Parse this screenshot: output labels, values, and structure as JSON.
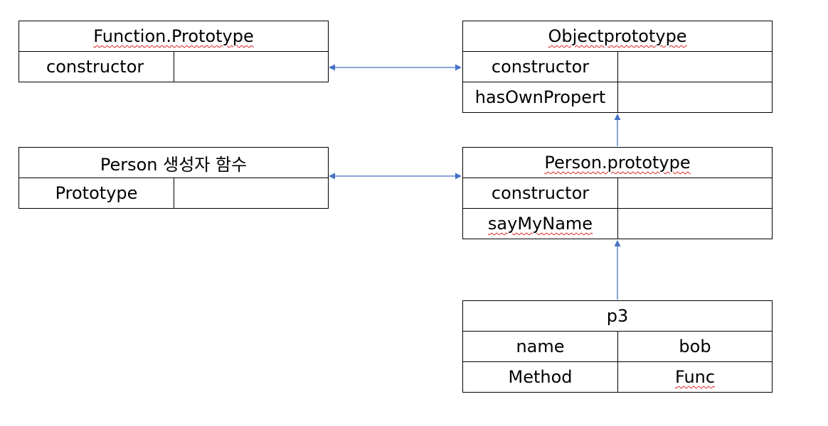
{
  "tables": {
    "function_prototype": {
      "title": "Function.Prototype",
      "rows": [
        {
          "key": "constructor",
          "value": ""
        }
      ]
    },
    "object_prototype": {
      "title": "Objectprototype",
      "rows": [
        {
          "key": "constructor",
          "value": ""
        },
        {
          "key": "hasOwnPropert",
          "value": ""
        }
      ]
    },
    "person_constructor": {
      "title": "Person 생성자 함수",
      "rows": [
        {
          "key": "Prototype",
          "value": ""
        }
      ]
    },
    "person_prototype": {
      "title": "Person.prototype",
      "rows": [
        {
          "key": "constructor",
          "value": ""
        },
        {
          "key": "sayMyName",
          "value": ""
        }
      ]
    },
    "p3": {
      "title": "p3",
      "rows": [
        {
          "key": "name",
          "value": "bob"
        },
        {
          "key": "Method",
          "value": "Func"
        }
      ]
    }
  },
  "colors": {
    "arrow": "#4472c4",
    "border": "#000000",
    "spellcheck": "#dd2222"
  }
}
